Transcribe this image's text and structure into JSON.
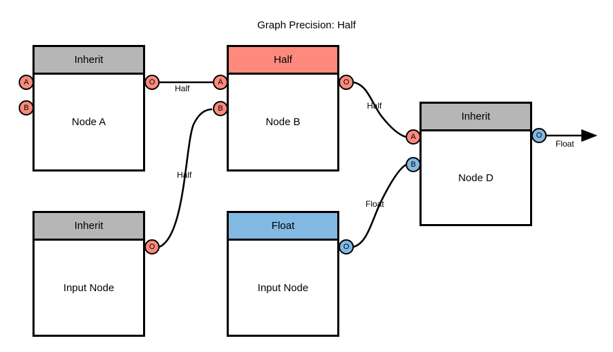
{
  "title": "Graph Precision: Half",
  "colors": {
    "half": "#fd8a7c",
    "float": "#82b9e3",
    "inherit": "#b6b6b6",
    "stroke": "#000000",
    "background": "#ffffff"
  },
  "nodes": [
    {
      "id": "node-a",
      "header": "Inherit",
      "header_type": "inherit",
      "body": "Node A",
      "inputs": [
        {
          "label": "A",
          "color": "half"
        },
        {
          "label": "B",
          "color": "half"
        }
      ],
      "outputs": [
        {
          "label": "O",
          "color": "half"
        }
      ]
    },
    {
      "id": "node-b",
      "header": "Half",
      "header_type": "half",
      "body": "Node B",
      "inputs": [
        {
          "label": "A",
          "color": "half"
        },
        {
          "label": "B",
          "color": "half"
        }
      ],
      "outputs": [
        {
          "label": "O",
          "color": "half"
        }
      ]
    },
    {
      "id": "node-d",
      "header": "Inherit",
      "header_type": "inherit",
      "body": "Node D",
      "inputs": [
        {
          "label": "A",
          "color": "half"
        },
        {
          "label": "B",
          "color": "float"
        }
      ],
      "outputs": [
        {
          "label": "O",
          "color": "float"
        }
      ]
    },
    {
      "id": "input-node-1",
      "header": "Inherit",
      "header_type": "inherit",
      "body": "Input Node",
      "inputs": [],
      "outputs": [
        {
          "label": "O",
          "color": "half"
        }
      ]
    },
    {
      "id": "input-node-2",
      "header": "Float",
      "header_type": "float",
      "body": "Input Node",
      "inputs": [],
      "outputs": [
        {
          "label": "O",
          "color": "float"
        }
      ]
    }
  ],
  "edges": [
    {
      "id": "edge-a-to-b",
      "label": "Half",
      "from": "node-a.O",
      "to": "node-b.A"
    },
    {
      "id": "edge-in1-to-b",
      "label": "Half",
      "from": "input-node-1.O",
      "to": "node-b.B"
    },
    {
      "id": "edge-b-to-d",
      "label": "Half",
      "from": "node-b.O",
      "to": "node-d.A"
    },
    {
      "id": "edge-in2-to-d",
      "label": "Float",
      "from": "input-node-2.O",
      "to": "node-d.B"
    },
    {
      "id": "edge-d-output",
      "label": "Float",
      "from": "node-d.O",
      "to": "graph-output"
    }
  ]
}
